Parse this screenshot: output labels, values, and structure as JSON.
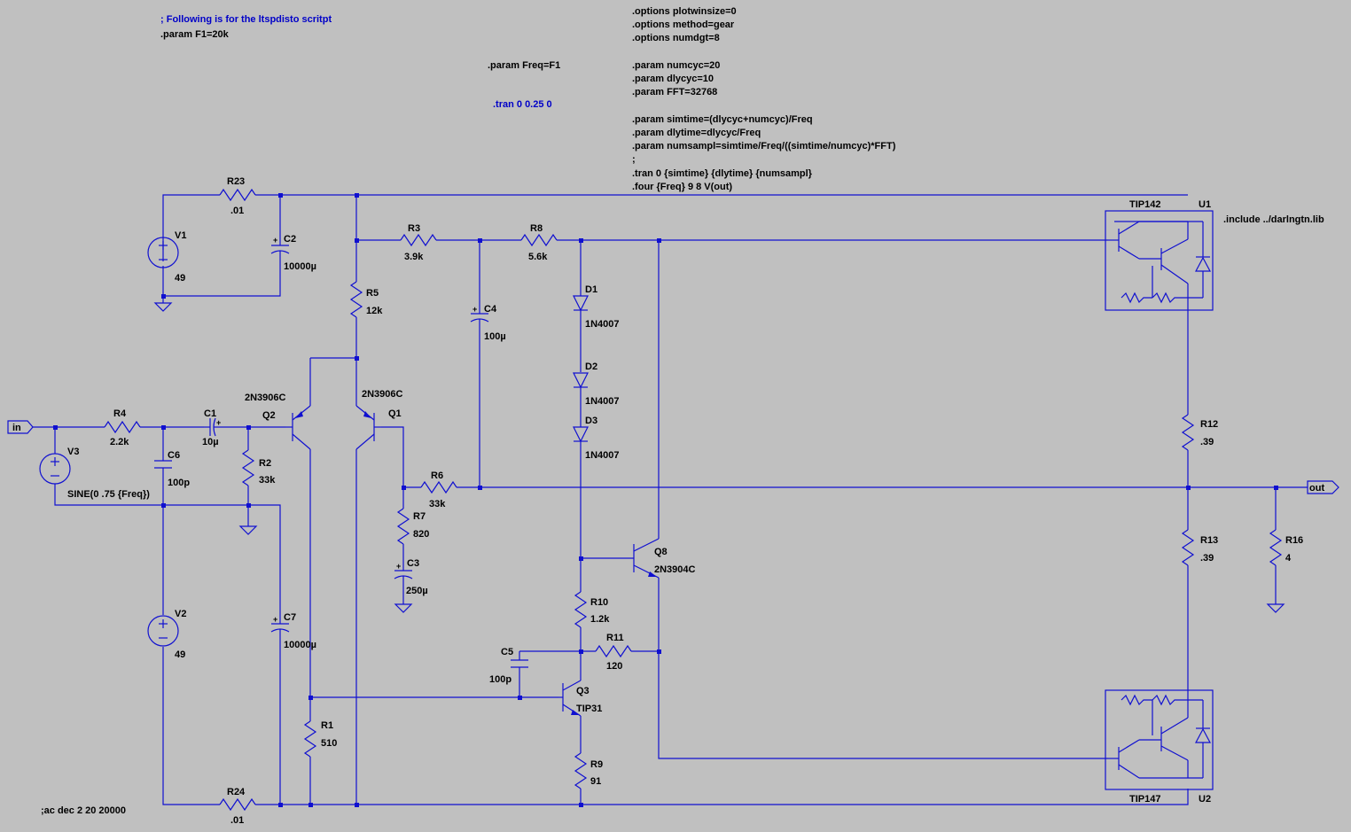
{
  "directives": {
    "comment": "; Following is for the ltspdisto scritpt",
    "param_f1": ".param F1=20k",
    "param_freq": ".param Freq=F1",
    "tran_simple": ".tran 0 0.25 0",
    "options": [
      ".options plotwinsize=0",
      ".options method=gear",
      ".options numdgt=8"
    ],
    "params_a": [
      ".param numcyc=20",
      ".param dlycyc=10",
      ".param FFT=32768"
    ],
    "params_b": [
      ".param simtime=(dlycyc+numcyc)/Freq",
      ".param dlytime=dlycyc/Freq",
      ".param numsampl=simtime/Freq/((simtime/numcyc)*FFT)",
      ";",
      ".tran 0 {simtime} {dlytime} {numsampl}",
      ".four {Freq} 9 8 V(out)"
    ],
    "include": ".include ../darlngtn.lib",
    "ac": ";ac dec 2 20 20000"
  },
  "ports": {
    "in": "in",
    "out": "out"
  },
  "components": {
    "R23": {
      "name": "R23",
      "value": ".01"
    },
    "R24": {
      "name": "R24",
      "value": ".01"
    },
    "V1": {
      "name": "V1",
      "value": "49"
    },
    "V2": {
      "name": "V2",
      "value": "49"
    },
    "V3": {
      "name": "V3",
      "value": "SINE(0 .75 {Freq})"
    },
    "C1": {
      "name": "C1",
      "value": "10µ"
    },
    "C2": {
      "name": "C2",
      "value": "10000µ"
    },
    "C3": {
      "name": "C3",
      "value": "250µ"
    },
    "C4": {
      "name": "C4",
      "value": "100µ"
    },
    "C5": {
      "name": "C5",
      "value": "100p"
    },
    "C6": {
      "name": "C6",
      "value": "100p"
    },
    "C7": {
      "name": "C7",
      "value": "10000µ"
    },
    "R1": {
      "name": "R1",
      "value": "510"
    },
    "R2": {
      "name": "R2",
      "value": "33k"
    },
    "R3": {
      "name": "R3",
      "value": "3.9k"
    },
    "R4": {
      "name": "R4",
      "value": "2.2k"
    },
    "R5": {
      "name": "R5",
      "value": "12k"
    },
    "R6": {
      "name": "R6",
      "value": "33k"
    },
    "R7": {
      "name": "R7",
      "value": "820"
    },
    "R8": {
      "name": "R8",
      "value": "5.6k"
    },
    "R9": {
      "name": "R9",
      "value": "91"
    },
    "R10": {
      "name": "R10",
      "value": "1.2k"
    },
    "R11": {
      "name": "R11",
      "value": "120"
    },
    "R12": {
      "name": "R12",
      "value": ".39"
    },
    "R13": {
      "name": "R13",
      "value": ".39"
    },
    "R16": {
      "name": "R16",
      "value": "4"
    },
    "D1": {
      "name": "D1",
      "value": "1N4007"
    },
    "D2": {
      "name": "D2",
      "value": "1N4007"
    },
    "D3": {
      "name": "D3",
      "value": "1N4007"
    },
    "Q1": {
      "name": "Q1",
      "value": "2N3906C"
    },
    "Q2": {
      "name": "Q2",
      "value": "2N3906C"
    },
    "Q3": {
      "name": "Q3",
      "value": "TIP31"
    },
    "Q8": {
      "name": "Q8",
      "value": "2N3904C"
    },
    "U1": {
      "name": "U1",
      "value": "TIP142"
    },
    "U2": {
      "name": "U2",
      "value": "TIP147"
    }
  }
}
